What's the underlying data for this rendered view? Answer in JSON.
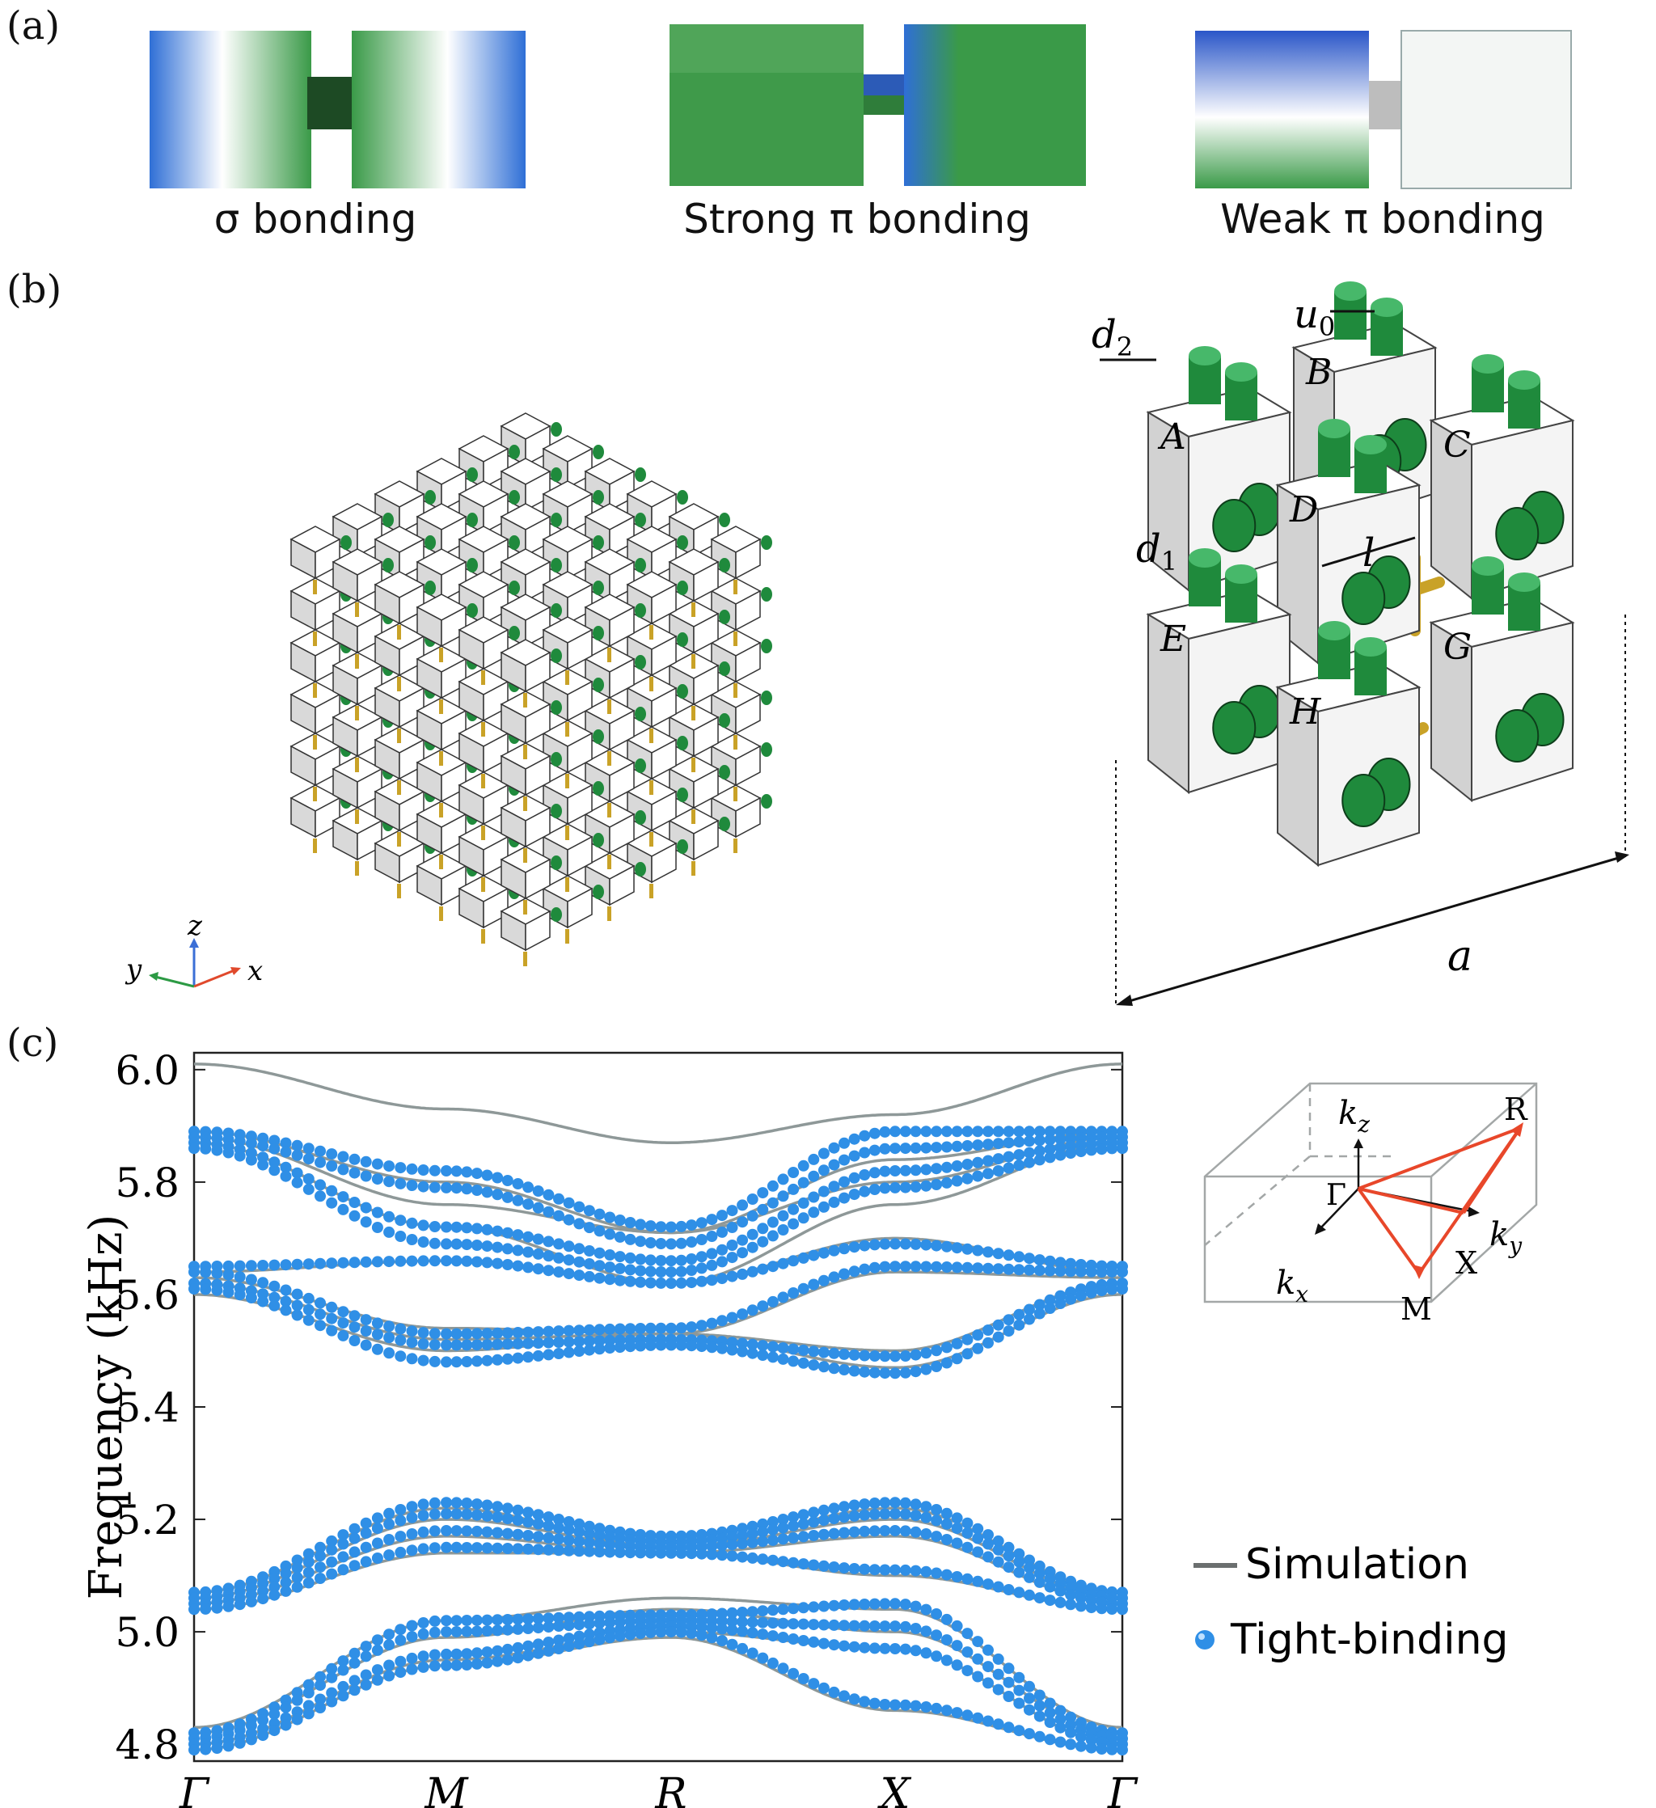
{
  "panels": {
    "a": {
      "label": "(a)",
      "captions": [
        "σ bonding",
        "Strong π bonding",
        "Weak π bonding"
      ]
    },
    "b": {
      "label": "(b)",
      "axes": {
        "x": "x",
        "y": "y",
        "z": "z"
      },
      "unit_cell": {
        "node_labels": [
          "A",
          "B",
          "C",
          "D",
          "E",
          "G",
          "H"
        ],
        "dimension_labels": {
          "d2": "d",
          "d2_sub": "2",
          "u0": "u",
          "u0_sub": "0",
          "d1": "d",
          "d1_sub": "1",
          "l": "l",
          "a": "a"
        }
      }
    },
    "c": {
      "label": "(c)",
      "brillouin_zone": {
        "points": [
          "Γ",
          "M",
          "X",
          "R"
        ],
        "axes": {
          "kx": "k",
          "kx_sub": "x",
          "ky": "k",
          "ky_sub": "y",
          "kz": "k",
          "kz_sub": "z"
        }
      },
      "legend": [
        "Simulation",
        "Tight-binding"
      ]
    }
  },
  "colors": {
    "simulation_line": "#8e9898",
    "tight_binding": "#2f8fe6",
    "cube_green": "#1f8a3c",
    "rod_gold": "#c9a227",
    "bz_path": "#e8472a"
  },
  "chart_data": {
    "type": "line",
    "xlabel": "",
    "ylabel": "Frequency (kHz)",
    "ylim": [
      4.77,
      6.03
    ],
    "yticks": [
      "4.8",
      "5.0",
      "5.2",
      "5.4",
      "5.6",
      "5.8",
      "6.0"
    ],
    "categories": [
      "Γ",
      "M",
      "R",
      "X",
      "Γ"
    ],
    "series": [
      {
        "name": "Simulation",
        "style": "line",
        "bands": [
          [
            6.01,
            5.93,
            5.87,
            5.92,
            6.01
          ],
          [
            5.89,
            5.8,
            5.71,
            5.84,
            5.89
          ],
          [
            5.88,
            5.76,
            5.71,
            5.8,
            5.88
          ],
          [
            5.87,
            5.72,
            5.62,
            5.76,
            5.87
          ],
          [
            5.64,
            5.66,
            5.62,
            5.7,
            5.64
          ],
          [
            5.63,
            5.54,
            5.53,
            5.64,
            5.63
          ],
          [
            5.62,
            5.52,
            5.53,
            5.5,
            5.62
          ],
          [
            5.6,
            5.5,
            5.53,
            5.47,
            5.6
          ],
          [
            5.07,
            5.22,
            5.15,
            5.22,
            5.07
          ],
          [
            5.06,
            5.2,
            5.15,
            5.2,
            5.06
          ],
          [
            5.05,
            5.17,
            5.14,
            5.17,
            5.05
          ],
          [
            5.04,
            5.14,
            5.14,
            5.1,
            5.04
          ],
          [
            4.83,
            5.02,
            5.06,
            5.04,
            4.83
          ],
          [
            4.82,
            4.99,
            5.04,
            5.0,
            4.82
          ],
          [
            4.8,
            4.95,
            5.0,
            4.97,
            4.8
          ],
          [
            4.79,
            4.94,
            4.99,
            4.86,
            4.79
          ]
        ]
      },
      {
        "name": "Tight-binding",
        "style": "dots",
        "bands": [
          [
            5.89,
            5.82,
            5.72,
            5.89,
            5.89
          ],
          [
            5.88,
            5.79,
            5.69,
            5.86,
            5.88
          ],
          [
            5.87,
            5.72,
            5.66,
            5.82,
            5.87
          ],
          [
            5.86,
            5.69,
            5.64,
            5.79,
            5.86
          ],
          [
            5.65,
            5.66,
            5.62,
            5.69,
            5.65
          ],
          [
            5.64,
            5.53,
            5.54,
            5.65,
            5.64
          ],
          [
            5.62,
            5.51,
            5.52,
            5.49,
            5.62
          ],
          [
            5.61,
            5.48,
            5.51,
            5.46,
            5.61
          ],
          [
            5.07,
            5.23,
            5.17,
            5.23,
            5.07
          ],
          [
            5.06,
            5.21,
            5.16,
            5.21,
            5.06
          ],
          [
            5.05,
            5.18,
            5.15,
            5.18,
            5.05
          ],
          [
            5.04,
            5.15,
            5.14,
            5.11,
            5.04
          ],
          [
            4.82,
            5.02,
            5.03,
            5.05,
            4.82
          ],
          [
            4.81,
            5.0,
            5.02,
            5.01,
            4.81
          ],
          [
            4.8,
            4.96,
            5.01,
            4.97,
            4.8
          ],
          [
            4.79,
            4.94,
            5.0,
            4.87,
            4.79
          ]
        ]
      }
    ]
  }
}
